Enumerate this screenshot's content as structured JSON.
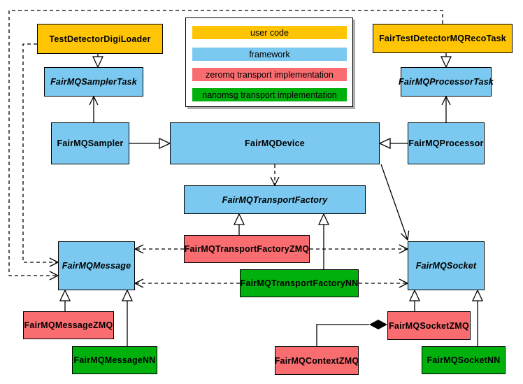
{
  "colors": {
    "user_code": "#FFC505",
    "framework": "#7BC9F0",
    "zeromq": "#F96D70",
    "nanomsg": "#00B00C",
    "edge": "#000000",
    "background": "#FFFFFF"
  },
  "legend": {
    "items": [
      {
        "label": "user code",
        "color": "#FFC505"
      },
      {
        "label": "framework",
        "color": "#7BC9F0"
      },
      {
        "label": "zeromq transport implementation",
        "color": "#F96D70"
      },
      {
        "label": "nanomsg transport implementation",
        "color": "#00B00C"
      }
    ]
  },
  "nodes": {
    "testDetectorDigiLoader": {
      "label": "TestDetectorDigiLoader",
      "category": "user code"
    },
    "fairTestDetectorMQRecoTask": {
      "label": "FairTestDetectorMQRecoTask",
      "category": "user code"
    },
    "fairMQSamplerTask": {
      "label": "FairMQSamplerTask",
      "category": "framework",
      "abstract": true
    },
    "fairMQProcessorTask": {
      "label": "FairMQProcessorTask",
      "category": "framework",
      "abstract": true
    },
    "fairMQSampler": {
      "label": "FairMQSampler",
      "category": "framework"
    },
    "fairMQDevice": {
      "label": "FairMQDevice",
      "category": "framework"
    },
    "fairMQProcessor": {
      "label": "FairMQProcessor",
      "category": "framework"
    },
    "fairMQTransportFactory": {
      "label": "FairMQTransportFactory",
      "category": "framework",
      "abstract": true
    },
    "fairMQTransportFactoryZMQ": {
      "label": "FairMQTransportFactoryZMQ",
      "category": "zeromq"
    },
    "fairMQTransportFactoryNN": {
      "label": "FairMQTransportFactoryNN",
      "category": "nanomsg"
    },
    "fairMQMessage": {
      "label": "FairMQMessage",
      "category": "framework",
      "abstract": true
    },
    "fairMQSocket": {
      "label": "FairMQSocket",
      "category": "framework",
      "abstract": true
    },
    "fairMQMessageZMQ": {
      "label": "FairMQMessageZMQ",
      "category": "zeromq"
    },
    "fairMQMessageNN": {
      "label": "FairMQMessageNN",
      "category": "nanomsg"
    },
    "fairMQSocketZMQ": {
      "label": "FairMQSocketZMQ",
      "category": "zeromq"
    },
    "fairMQSocketNN": {
      "label": "FairMQSocketNN",
      "category": "nanomsg"
    },
    "fairMQContextZMQ": {
      "label": "FairMQContextZMQ",
      "category": "zeromq"
    }
  }
}
